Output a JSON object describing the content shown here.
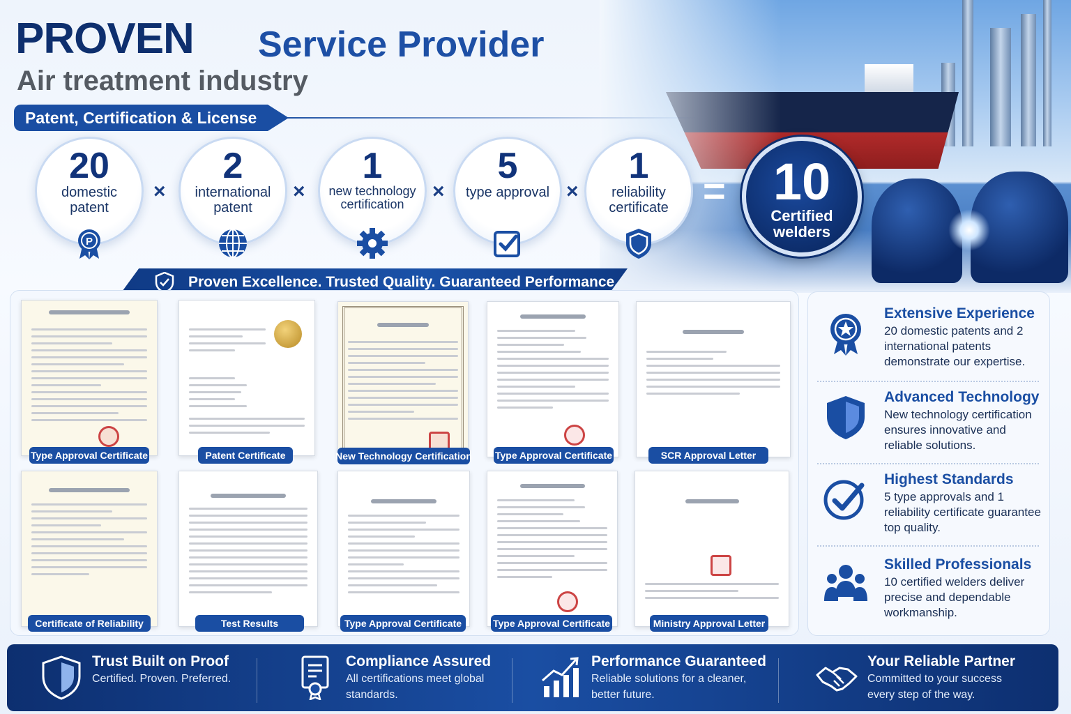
{
  "header": {
    "title_bold": "PROVEN",
    "title_rest": "Service Provider",
    "subtitle": "Air treatment industry",
    "section_label": "Patent, Certification & License"
  },
  "stats": [
    {
      "value": "20",
      "label": "domestic patent",
      "icon": "patent-ribbon-icon"
    },
    {
      "value": "2",
      "label": "international patent",
      "icon": "globe-icon"
    },
    {
      "value": "1",
      "label": "new technology certification",
      "icon": "gear-icon"
    },
    {
      "value": "5",
      "label": "type approval",
      "icon": "checkbox-icon"
    },
    {
      "value": "1",
      "label": "reliability certificate",
      "icon": "shield-icon"
    }
  ],
  "operators": {
    "times": "×",
    "equals": "="
  },
  "result": {
    "value": "10",
    "label_line1": "Certified",
    "label_line2": "welders"
  },
  "ribbon": {
    "text": "Proven Excellence. Trusted Quality. Guaranteed Performance."
  },
  "certificates": [
    {
      "caption": "Type Approval Certificate"
    },
    {
      "caption": "Patent Certificate"
    },
    {
      "caption": "New Technology Certification"
    },
    {
      "caption": "Type Approval Certificate"
    },
    {
      "caption": "SCR Approval Letter"
    },
    {
      "caption": "Certificate of Reliability"
    },
    {
      "caption": "Test Results"
    },
    {
      "caption": "Type Approval Certificate"
    },
    {
      "caption": "Type Approval Certificate"
    },
    {
      "caption": "Ministry Approval Letter"
    }
  ],
  "features": [
    {
      "title": "Extensive Experience",
      "text": "20 domestic patents and 2 international patents demonstrate our expertise.",
      "icon": "award-medal-icon"
    },
    {
      "title": "Advanced Technology",
      "text": "New technology certification ensures innovative and reliable solutions.",
      "icon": "shield-icon"
    },
    {
      "title": "Highest Standards",
      "text": "5 type approvals and 1 reliability certificate guarantee top quality.",
      "icon": "check-circle-icon"
    },
    {
      "title": "Skilled Professionals",
      "text": "10 certified welders deliver precise and dependable workmanship.",
      "icon": "team-icon"
    }
  ],
  "footer": [
    {
      "title": "Trust Built on Proof",
      "text": "Certified. Proven. Preferred.",
      "icon": "shield-icon"
    },
    {
      "title": "Compliance Assured",
      "text": "All certifications meet global standards.",
      "icon": "certificate-icon"
    },
    {
      "title": "Performance Guaranteed",
      "text": "Reliable solutions for a cleaner, better future.",
      "icon": "growth-chart-icon"
    },
    {
      "title": "Your Reliable Partner",
      "text": "Committed to your success every step of the way.",
      "icon": "handshake-icon"
    }
  ],
  "colors": {
    "primary": "#1a4ea3",
    "navy": "#0e2f6e",
    "gray": "#555b63"
  }
}
